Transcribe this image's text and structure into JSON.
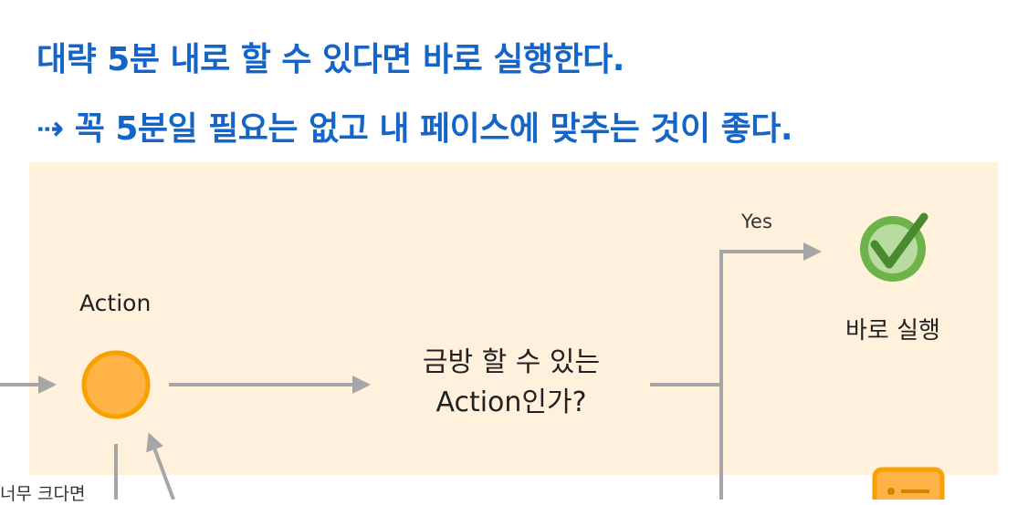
{
  "heading": {
    "line1": "대략 5분 내로 할 수 있다면 바로 실행한다.",
    "line2": "⇢ 꼭 5분일 필요는 없고 내 페이스에 맞추는 것이 좋다."
  },
  "diagram": {
    "action_label": "Action",
    "question_label": "금방 할 수 있는 Action인가?",
    "yes_label": "Yes",
    "run_label": "바로 실행",
    "cut_label": "너무 크다면"
  },
  "colors": {
    "heading": "#1565c8",
    "panel": "#fff1dc",
    "arrow": "#a6a6a6",
    "action_node": "#f7a530",
    "check_circle": "#6db34a",
    "doc_icon": "#f7a530"
  },
  "icons": {
    "action": "orange-circle-node",
    "run": "green-check-icon",
    "partial": "orange-document-icon"
  }
}
